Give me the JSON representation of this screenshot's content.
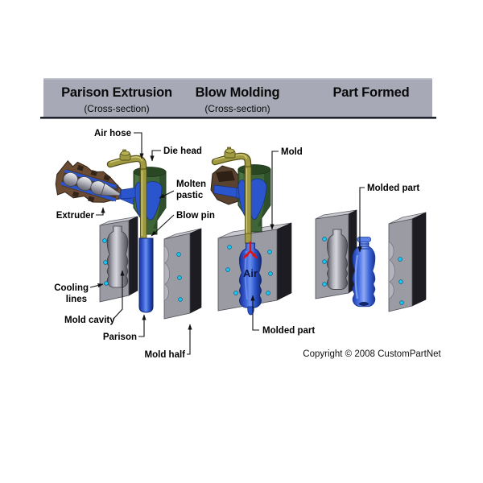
{
  "header": {
    "columns": [
      {
        "title": "Parison Extrusion",
        "subtitle": "(Cross-section)"
      },
      {
        "title": "Blow Molding",
        "subtitle": "(Cross-section)"
      },
      {
        "title": "Part Formed",
        "subtitle": ""
      }
    ]
  },
  "labels": {
    "air_hose": "Air hose",
    "die_head": "Die head",
    "molten_plastic": [
      "Molten",
      "pastic"
    ],
    "blow_pin": "Blow pin",
    "extruder": "Extruder",
    "cooling_lines": [
      "Cooling",
      "lines"
    ],
    "mold_cavity": "Mold cavity",
    "parison": "Parison",
    "mold_half": "Mold half",
    "mold": "Mold",
    "molded_part_mid": "Molded part",
    "molded_part_right": "Molded part",
    "air": "Air"
  },
  "footer": {
    "copyright": "Copyright © 2008 CustomPartNet"
  },
  "colors": {
    "background": "#FFFFFF",
    "header_bg": "#A7AAB6",
    "header_border": "#20222E",
    "die_green": "#3E6438",
    "hose_olive": "#A09A42",
    "melt_blue": "#2B55CC",
    "bottle_blue": "#4E76E8",
    "mold_gray": "#9B9BA4",
    "mold_dark": "#1C1C22",
    "cooling_cyan": "#17C8F2",
    "air_arrow_red": "#E01111",
    "label_color": "#000000"
  }
}
